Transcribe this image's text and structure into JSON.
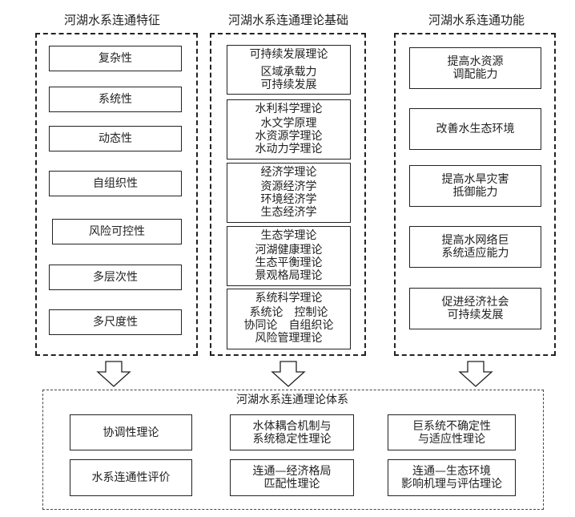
{
  "columns": {
    "features": {
      "title": "河湖水系连通特征",
      "items": [
        "复杂性",
        "系统性",
        "动态性",
        "自组织性",
        "风险可控性",
        "多层次性",
        "多尺度性"
      ]
    },
    "theory": {
      "title": "河湖水系连通理论基础",
      "groups": [
        {
          "title": "可持续发展理论",
          "lines": [
            "区域承载力",
            "可持续发展"
          ]
        },
        {
          "title": "水利科学理论",
          "lines": [
            "水文学原理",
            "水资源学理论",
            "水动力学理论"
          ]
        },
        {
          "title": "经济学理论",
          "lines": [
            "资源经济学",
            "环境经济学",
            "生态经济学"
          ]
        },
        {
          "title": "生态学理论",
          "lines": [
            "河湖健康理论",
            "生态平衡理论",
            "景观格局理论"
          ]
        },
        {
          "title": "系统科学理论",
          "lines": [
            "系统论　控制论",
            "协同论　自组织论",
            "风险管理理论"
          ]
        }
      ]
    },
    "functions": {
      "title": "河湖水系连通功能",
      "items": [
        [
          "提高水资源",
          "调配能力"
        ],
        [
          "改善水生态环境"
        ],
        [
          "提高水旱灾害",
          "抵御能力"
        ],
        [
          "提高水网络巨",
          "系统适应能力"
        ],
        [
          "促进经济社会",
          "可持续发展"
        ]
      ]
    }
  },
  "system": {
    "title": "河湖水系连通理论体系",
    "items": [
      [
        "协调性理论"
      ],
      [
        "水体耦合机制与",
        "系统稳定性理论"
      ],
      [
        "巨系统不确定性",
        "与适应性理论"
      ],
      [
        "水系连通性评价"
      ],
      [
        "连通—经济格局",
        "匹配性理论"
      ],
      [
        "连通—生态环境",
        "影响机理与评估理论"
      ]
    ]
  }
}
